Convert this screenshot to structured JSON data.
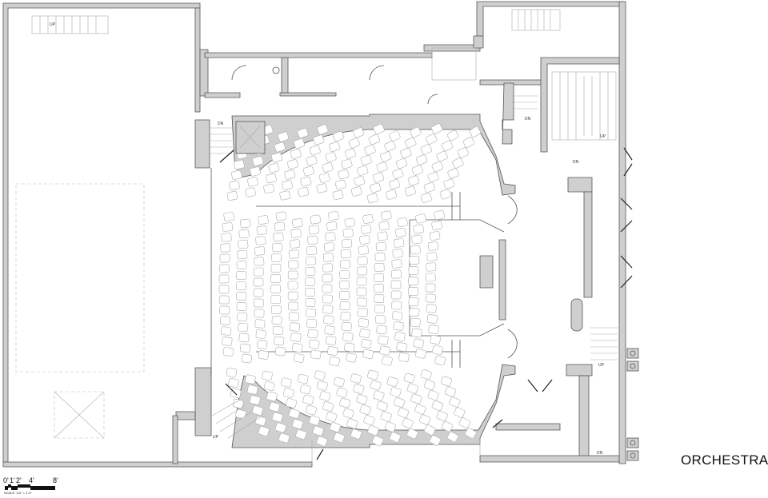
{
  "title": "ORCHESTRA",
  "scale": {
    "ticks": [
      "0'",
      "1'",
      "2'",
      "4'",
      "8'"
    ],
    "note": "SCALE: 1/4\" = 1'-0\""
  },
  "stair_labels": {
    "up": "UP",
    "dn": "DN"
  },
  "colors": {
    "wall_fill": "#cfcfcf",
    "line": "#555555",
    "seat": "#aaaaaa"
  }
}
